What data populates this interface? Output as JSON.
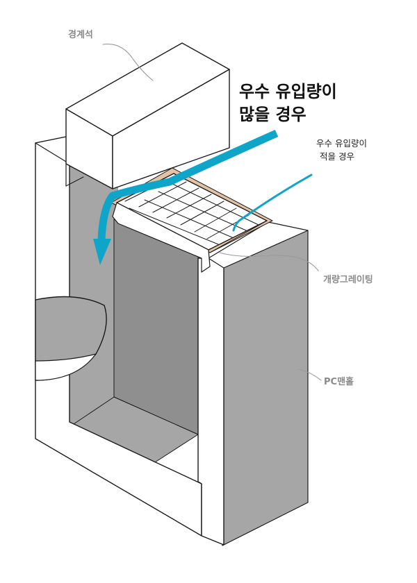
{
  "labels": {
    "curb_stone": "경계석",
    "heavy_rain_line1": "우수 유입량이",
    "heavy_rain_line2": "많을 경우",
    "light_rain_line1": "우수 유입량이",
    "light_rain_line2": "적을 경우",
    "grating": "개량그레이팅",
    "manhole": "PC맨홀"
  },
  "colors": {
    "arrow": "#0ea5c9",
    "concrete_face": "#ffffff",
    "interior": "#a6a6a6",
    "interior_dark": "#8f8f8f",
    "outline": "#1a1a1a",
    "grating_fill": "#ffffff",
    "rubber_pad": "#e3c3a6",
    "leader_line": "#9a9a9a"
  }
}
